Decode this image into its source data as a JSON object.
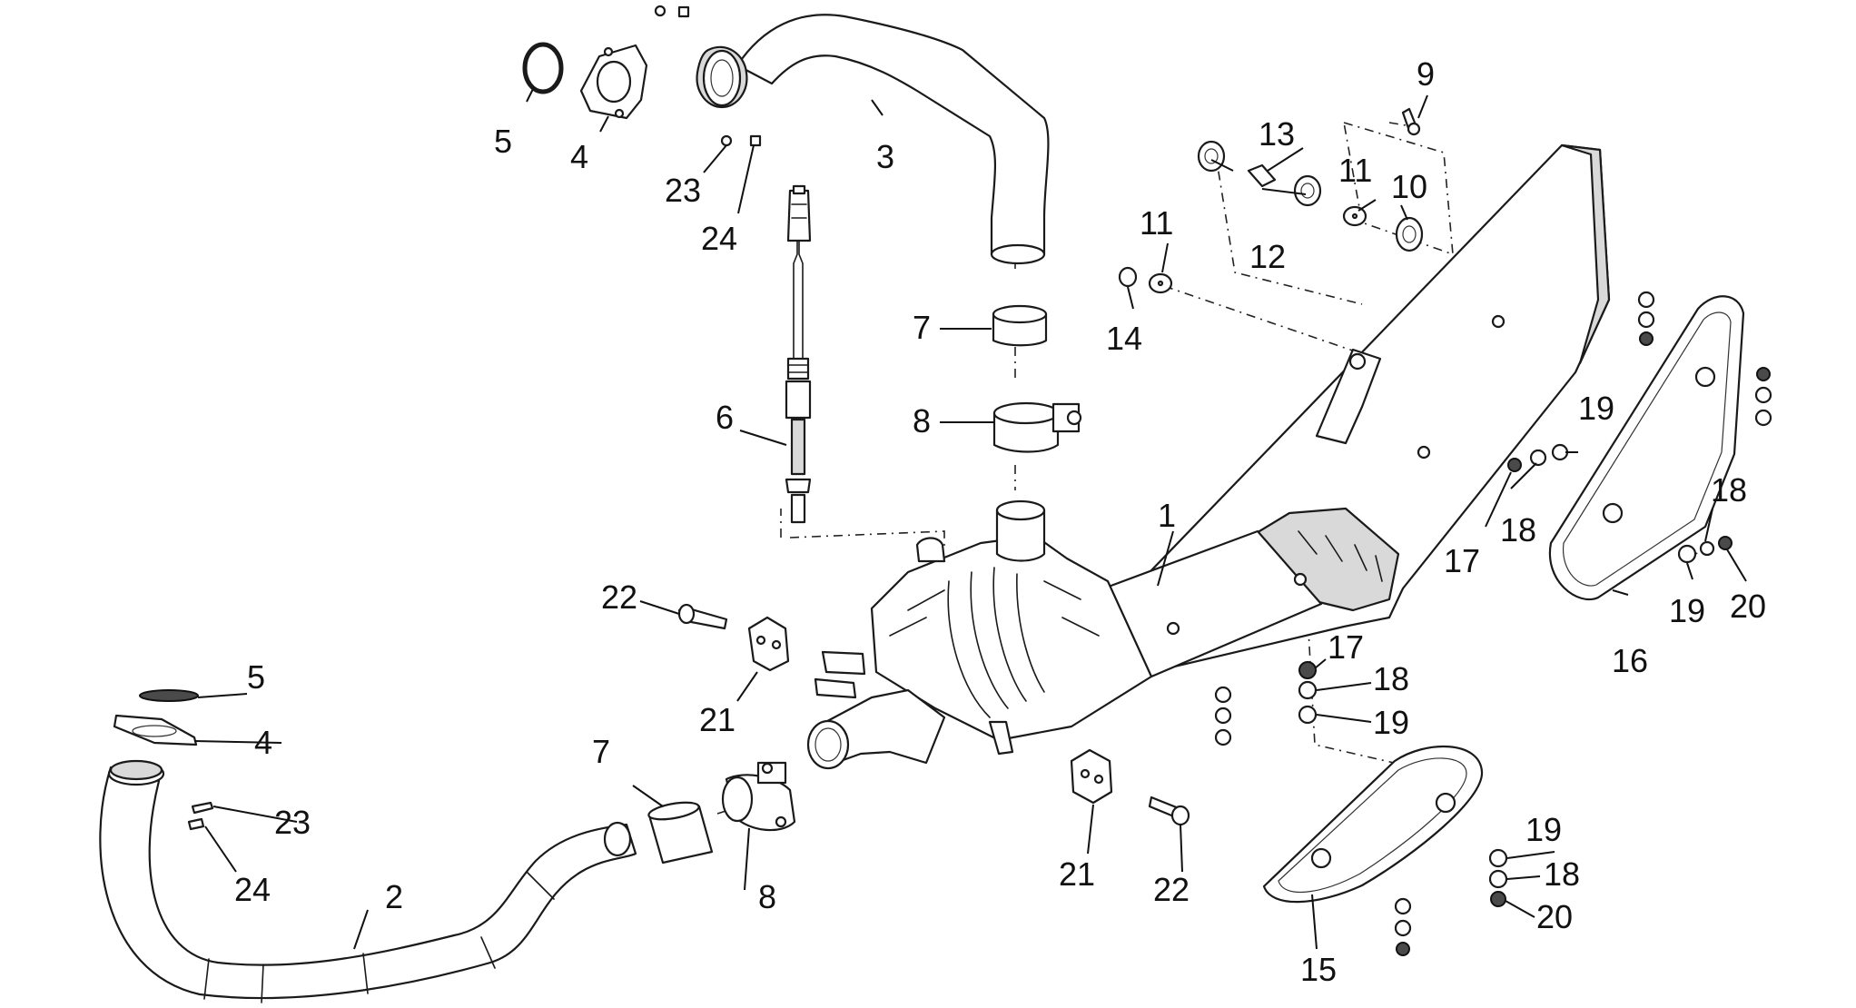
{
  "callouts": [
    {
      "id": "c1",
      "text": "1"
    },
    {
      "id": "c2",
      "text": "2"
    },
    {
      "id": "c3",
      "text": "3"
    },
    {
      "id": "c4a",
      "text": "4"
    },
    {
      "id": "c4b",
      "text": "4"
    },
    {
      "id": "c5a",
      "text": "5"
    },
    {
      "id": "c5b",
      "text": "5"
    },
    {
      "id": "c6",
      "text": "6"
    },
    {
      "id": "c7a",
      "text": "7"
    },
    {
      "id": "c7b",
      "text": "7"
    },
    {
      "id": "c8a",
      "text": "8"
    },
    {
      "id": "c8b",
      "text": "8"
    },
    {
      "id": "c9",
      "text": "9"
    },
    {
      "id": "c10",
      "text": "10"
    },
    {
      "id": "c11a",
      "text": "11"
    },
    {
      "id": "c11b",
      "text": "11"
    },
    {
      "id": "c12",
      "text": "12"
    },
    {
      "id": "c13",
      "text": "13"
    },
    {
      "id": "c14",
      "text": "14"
    },
    {
      "id": "c15",
      "text": "15"
    },
    {
      "id": "c16",
      "text": "16"
    },
    {
      "id": "c17a",
      "text": "17"
    },
    {
      "id": "c17b",
      "text": "17"
    },
    {
      "id": "c18a",
      "text": "18"
    },
    {
      "id": "c18b",
      "text": "18"
    },
    {
      "id": "c18c",
      "text": "18"
    },
    {
      "id": "c18d",
      "text": "18"
    },
    {
      "id": "c19a",
      "text": "19"
    },
    {
      "id": "c19b",
      "text": "19"
    },
    {
      "id": "c19c",
      "text": "19"
    },
    {
      "id": "c19d",
      "text": "19"
    },
    {
      "id": "c20a",
      "text": "20"
    },
    {
      "id": "c20b",
      "text": "20"
    },
    {
      "id": "c21a",
      "text": "21"
    },
    {
      "id": "c21b",
      "text": "21"
    },
    {
      "id": "c22a",
      "text": "22"
    },
    {
      "id": "c22b",
      "text": "22"
    },
    {
      "id": "c23a",
      "text": "23"
    },
    {
      "id": "c23b",
      "text": "23"
    },
    {
      "id": "c24a",
      "text": "24"
    },
    {
      "id": "c24b",
      "text": "24"
    }
  ]
}
